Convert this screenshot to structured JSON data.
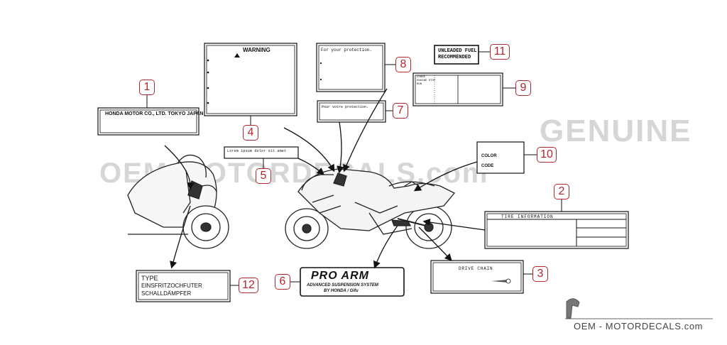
{
  "labels": {
    "l1": "HONDA MOTOR CO., LTD. TOKYO JAPAN",
    "l2": "TIRE INFORMATION",
    "l3": "DRIVE CHAIN",
    "l4": "WARNING",
    "l5": "Lorem ipsum dolor sit amet",
    "l6_line1": "PRO ARM",
    "l6_line2": "ADVANCED SUSPENSION SYSTEM",
    "l6_line3": "BY HONDA / Gifu",
    "l7": "Pour votre protection.",
    "l8": "For your protection.",
    "l9_line1": "CHOKE",
    "l9_line2": "ENGINE STOP",
    "l9_line3": "RUN",
    "l10_line1": "COLOR",
    "l10_line2": "CODE",
    "l11_line1": "UNLEADED FUEL",
    "l11_line2": "RECOMMENDED",
    "l12_line1": "TYPE",
    "l12_line2": "EINSFRITZOCHFUTER",
    "l12_line3": "SCHALLDÄMPFER"
  },
  "callouts": [
    "1",
    "2",
    "3",
    "4",
    "5",
    "6",
    "7",
    "8",
    "9",
    "10",
    "11",
    "12"
  ],
  "watermark": {
    "brand": "GENUINE",
    "site": "OEM-MOTORDECALS.com"
  },
  "footer": "OEM - MOTORDECALS.com",
  "colors": {
    "callout": "#b3262d",
    "line": "#111111",
    "watermark": "#d6d6d6"
  }
}
